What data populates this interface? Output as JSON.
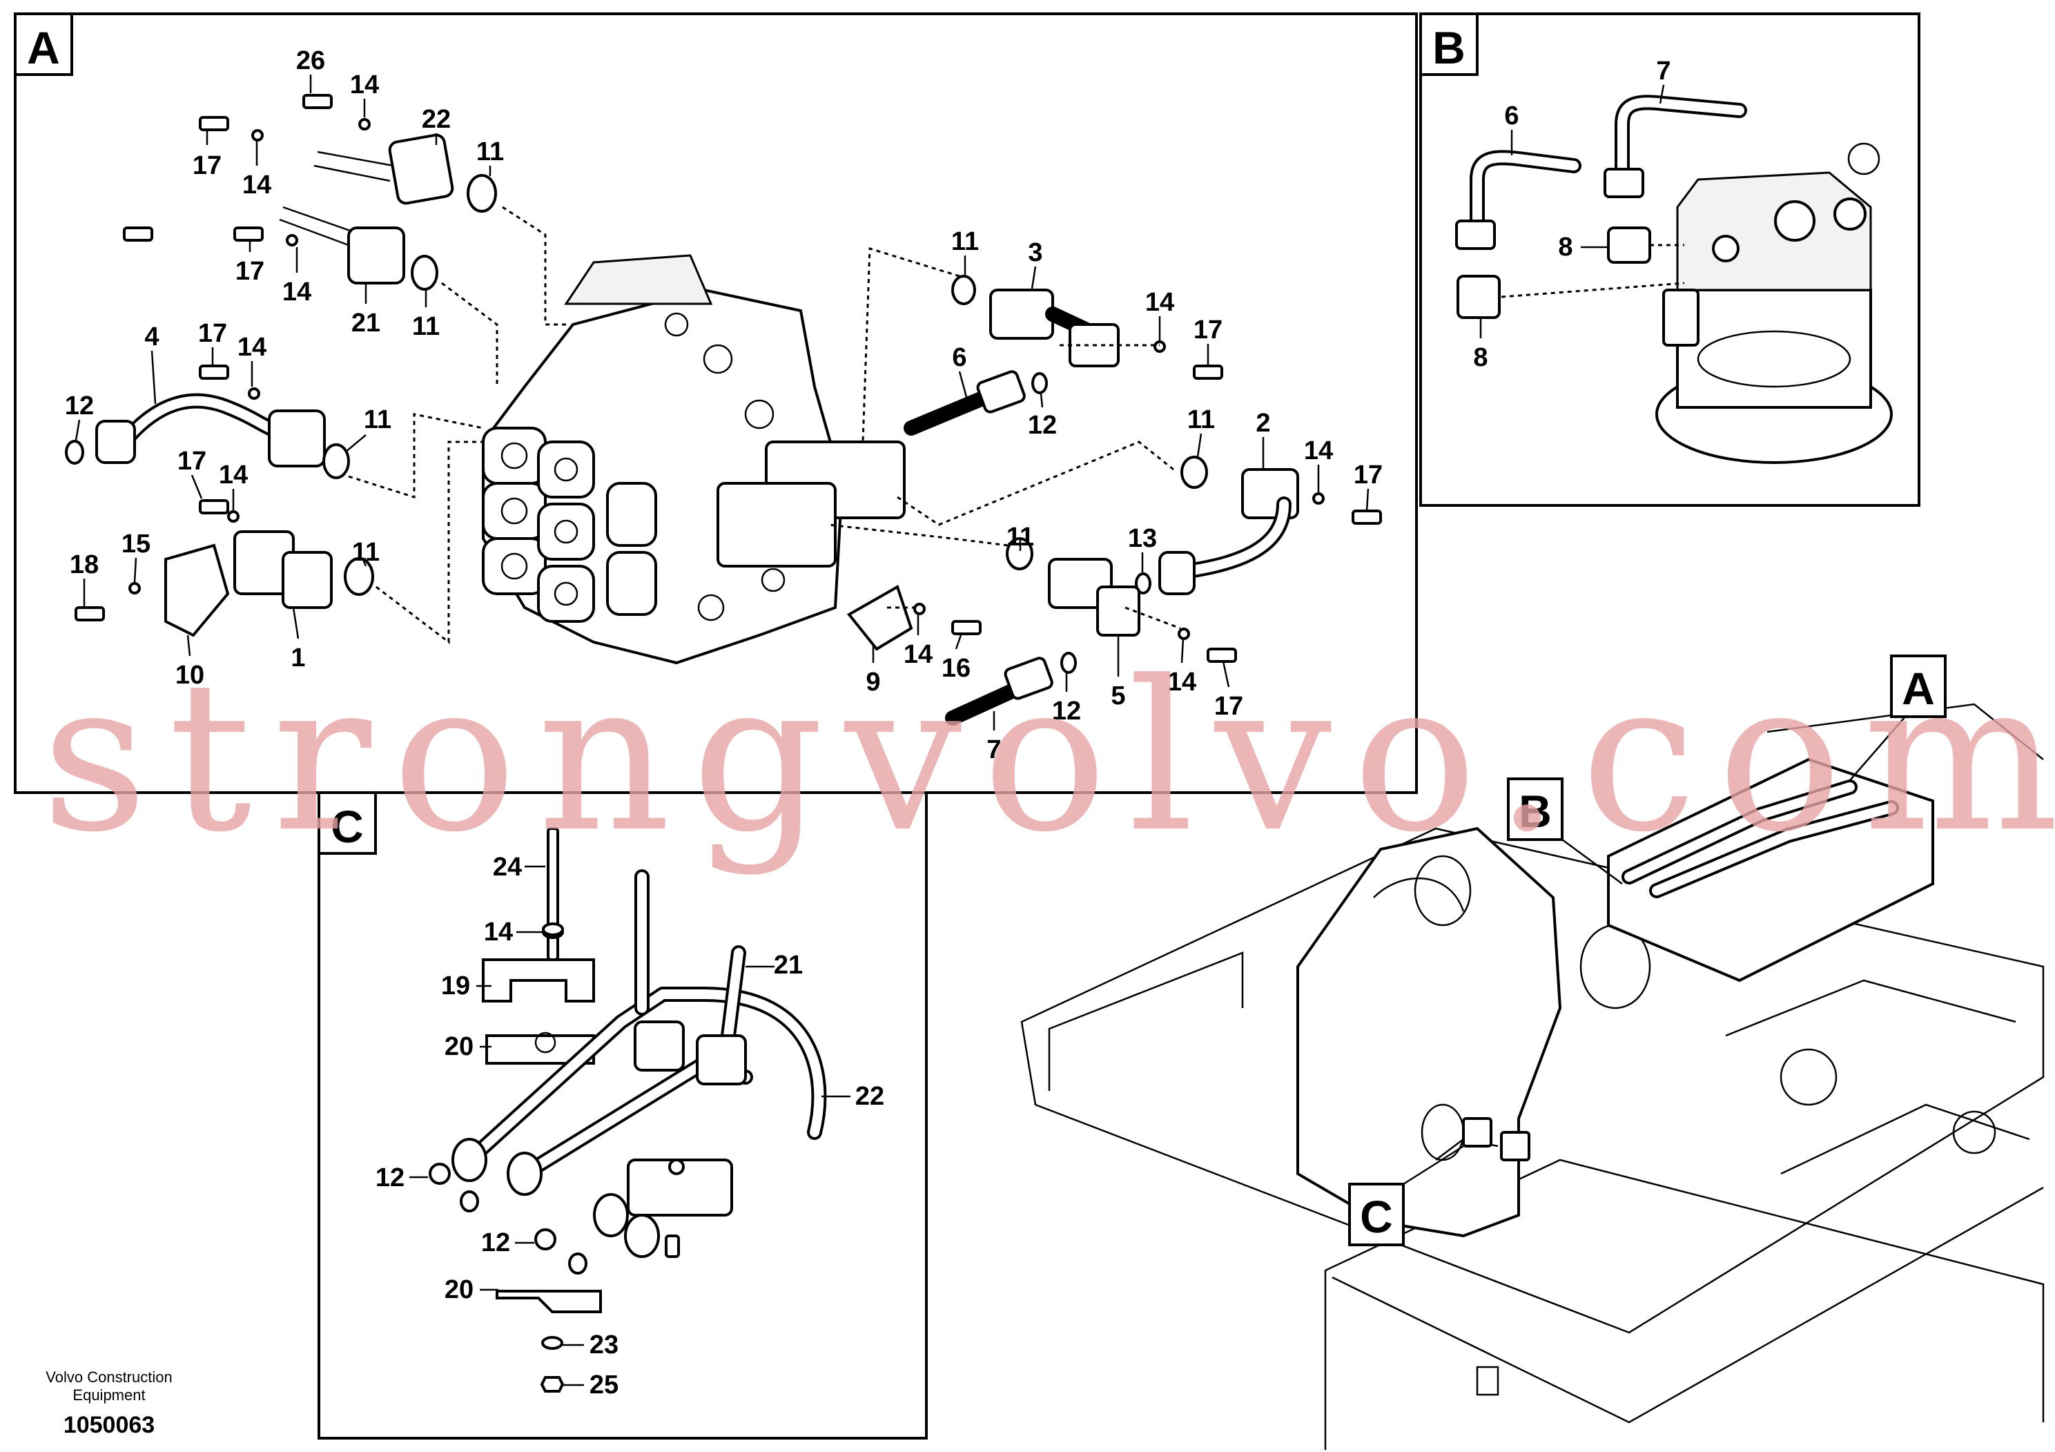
{
  "panels": {
    "A": {
      "label": "A"
    },
    "B": {
      "label": "B"
    },
    "C": {
      "label": "C"
    }
  },
  "overview_tags": {
    "A": "A",
    "B": "B",
    "C": "C"
  },
  "callouts": {
    "A": [
      "26",
      "14",
      "22",
      "17",
      "14",
      "11",
      "17",
      "14",
      "21",
      "11",
      "17",
      "14",
      "4",
      "11",
      "12",
      "17",
      "14",
      "18",
      "15",
      "11",
      "10",
      "1",
      "11",
      "3",
      "14",
      "17",
      "6",
      "12",
      "11",
      "2",
      "14",
      "17",
      "11",
      "13",
      "14",
      "16",
      "9",
      "12",
      "5",
      "14",
      "17",
      "7"
    ],
    "B": [
      "7",
      "6",
      "8",
      "8"
    ],
    "C": [
      "24",
      "14",
      "21",
      "19",
      "20",
      "22",
      "12",
      "12",
      "20",
      "23",
      "25"
    ]
  },
  "watermark": "strongvolvo.com",
  "footer": {
    "company_line1": "Volvo Construction",
    "company_line2": "Equipment",
    "drawing_number": "1050063"
  }
}
